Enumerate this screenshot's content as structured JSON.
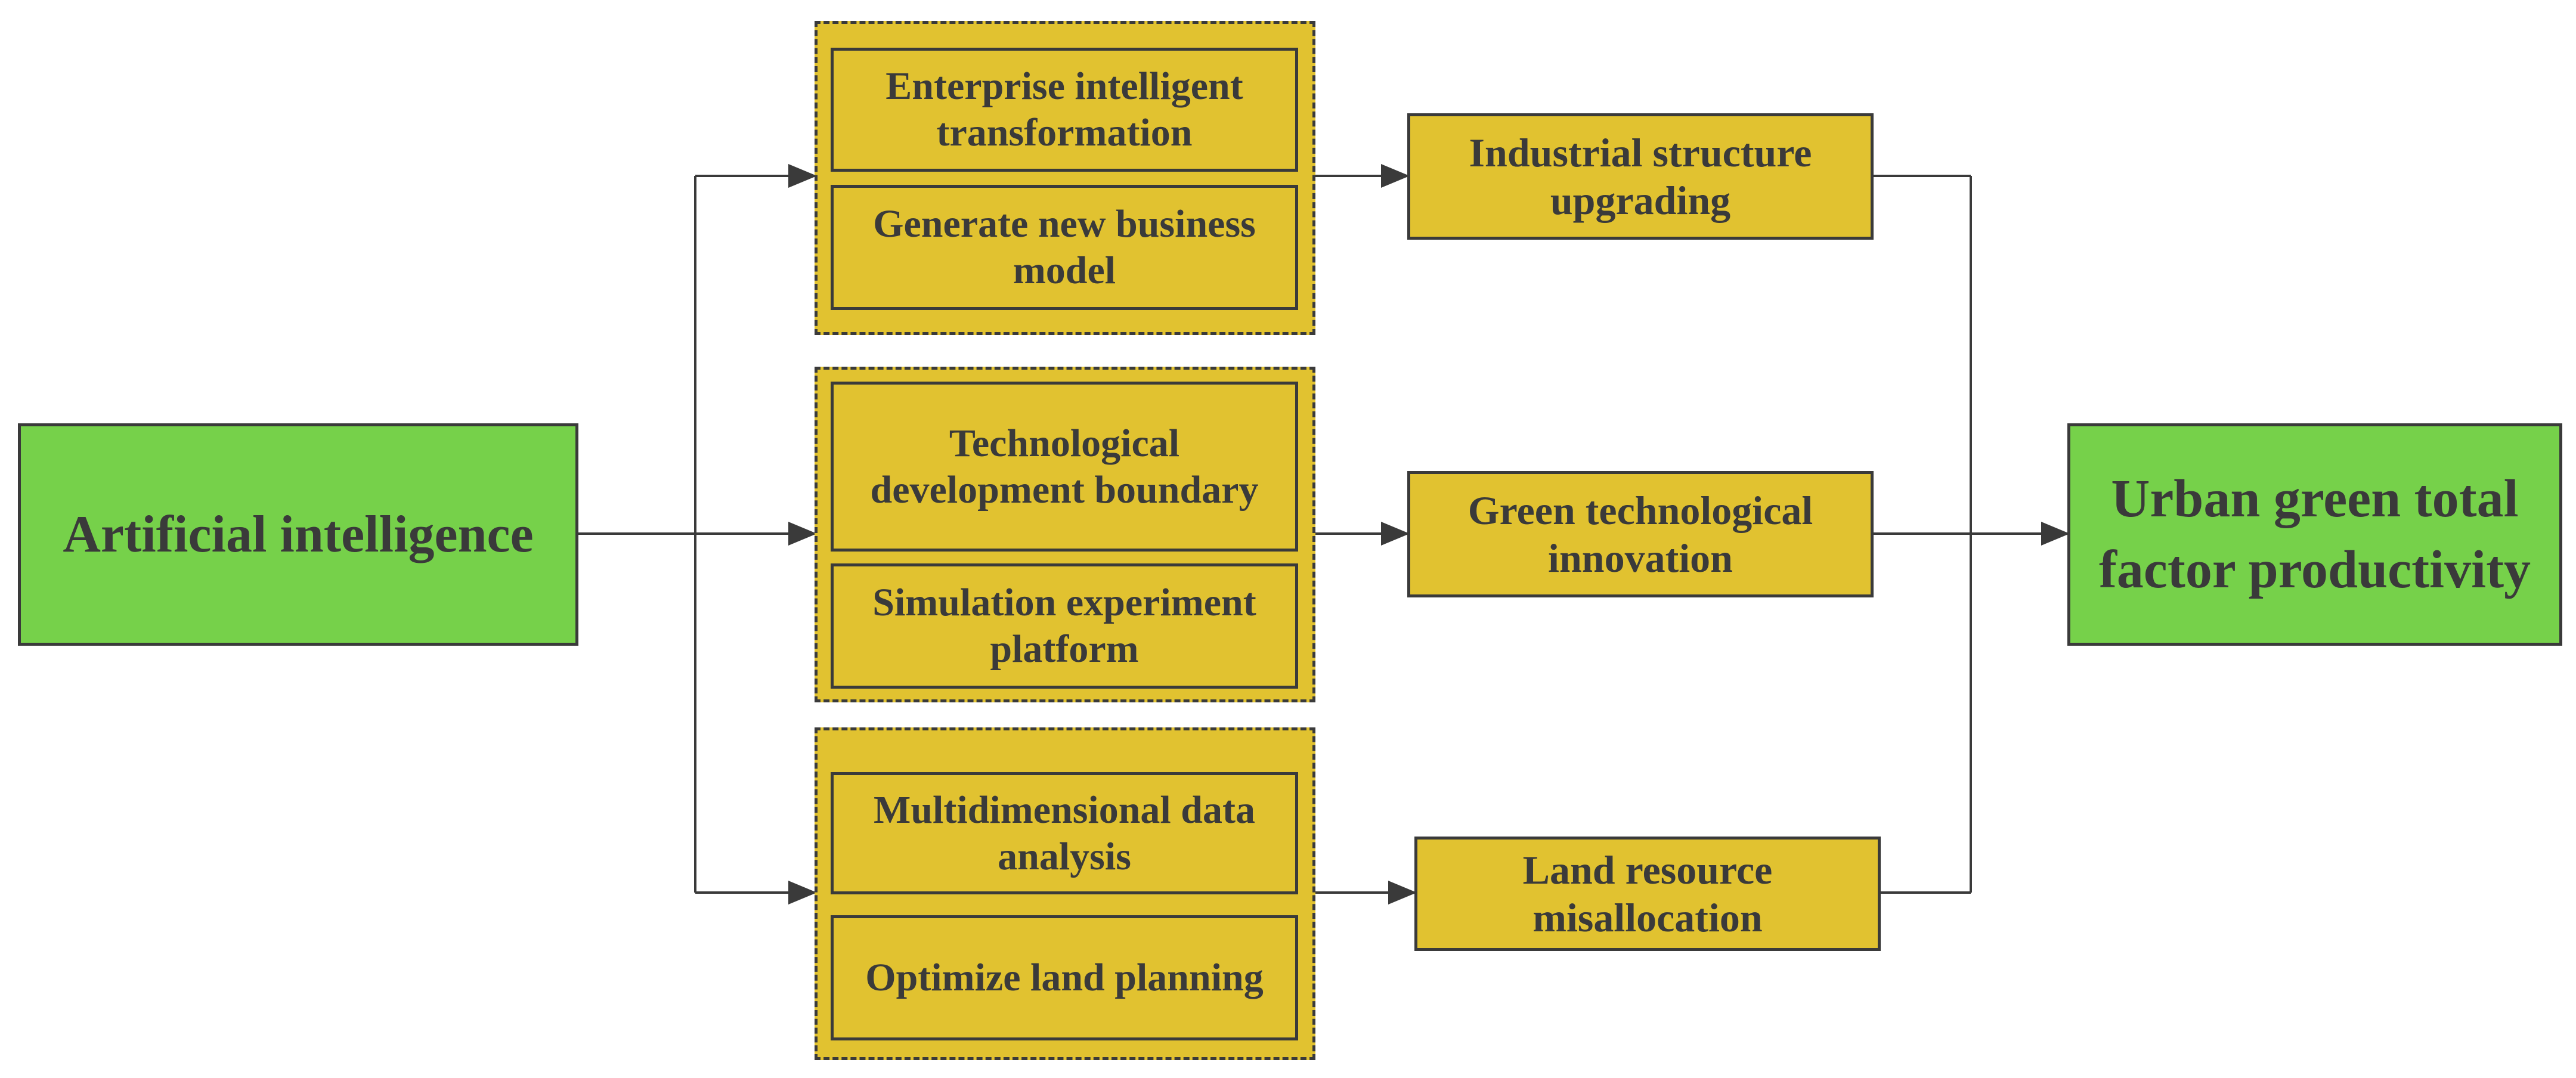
{
  "diagram": {
    "source": {
      "label": "Artificial intelligence",
      "color": "#76d14a"
    },
    "target": {
      "label": "Urban green total factor productivity",
      "color": "#76d14a"
    },
    "groups": [
      {
        "items": [
          {
            "label": "Enterprise intelligent transformation"
          },
          {
            "label": "Generate new business model"
          }
        ],
        "mediator": {
          "label": "Industrial structure upgrading"
        }
      },
      {
        "items": [
          {
            "label": "Technological development boundary"
          },
          {
            "label": "Simulation experiment platform"
          }
        ],
        "mediator": {
          "label": "Green technological innovation"
        }
      },
      {
        "items": [
          {
            "label": "Multidimensional data analysis"
          },
          {
            "label": "Optimize land planning"
          }
        ],
        "mediator": {
          "label": "Land resource misallocation"
        }
      }
    ],
    "colors": {
      "node_fill_gold": "#e1c230",
      "node_fill_green": "#76d14a",
      "stroke": "#3a3a3a"
    }
  }
}
